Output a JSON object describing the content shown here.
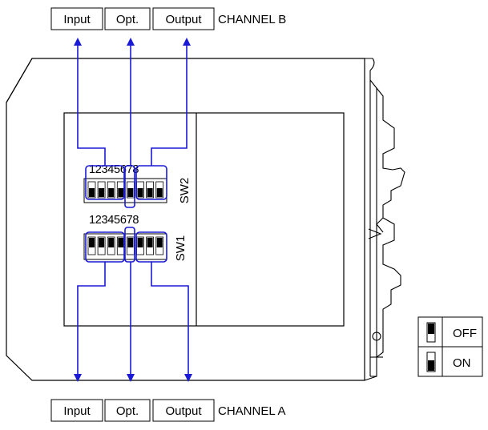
{
  "channel_b": {
    "input_label": "Input",
    "opt_label": "Opt.",
    "output_label": "Output",
    "channel_label": "CHANNEL B"
  },
  "channel_a": {
    "input_label": "Input",
    "opt_label": "Opt.",
    "output_label": "Output",
    "channel_label": "CHANNEL A"
  },
  "sw2": {
    "name": "SW2",
    "numbers": "12345678",
    "switch_states": [
      "on",
      "on",
      "on",
      "on",
      "on",
      "on",
      "on",
      "on"
    ]
  },
  "sw1": {
    "name": "SW1",
    "numbers": "12345678",
    "switch_states": [
      "off",
      "off",
      "off",
      "off",
      "off",
      "off",
      "off",
      "off"
    ]
  },
  "legend": {
    "off_label": "OFF",
    "on_label": "ON"
  },
  "colors": {
    "line": "#000000",
    "arrow": "#1a1ad6",
    "background": "#ffffff"
  }
}
